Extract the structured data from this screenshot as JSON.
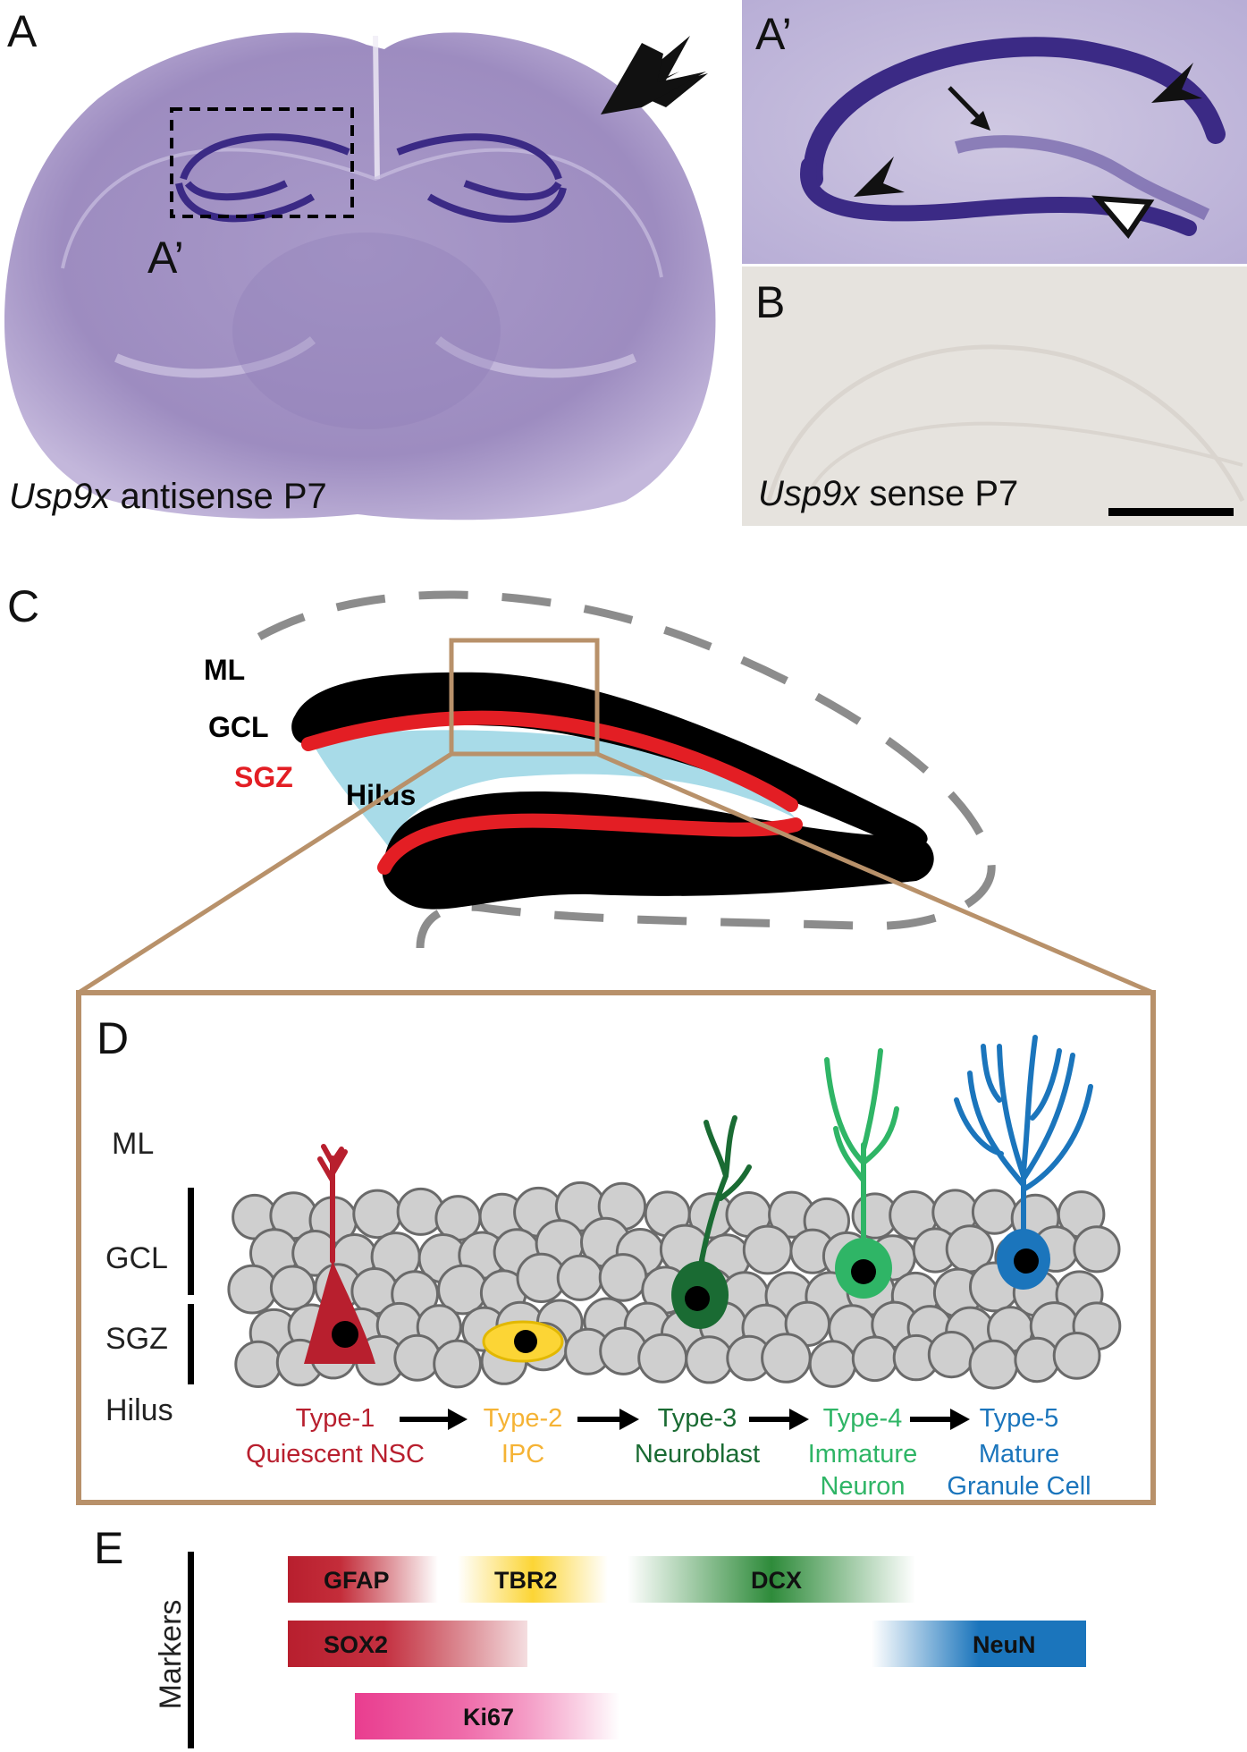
{
  "panels": {
    "A": {
      "label": "A",
      "inset_label": "A’",
      "caption_gene": "Usp9x",
      "caption_rest": " antisense P7"
    },
    "A_prime": {
      "label": "A’"
    },
    "B": {
      "label": "B",
      "caption_gene": "Usp9x",
      "caption_rest": " sense P7"
    },
    "C": {
      "label": "C",
      "layers": [
        {
          "key": "ml",
          "text": "ML",
          "color": "#000000"
        },
        {
          "key": "gcl",
          "text": "GCL",
          "color": "#000000"
        },
        {
          "key": "sgz",
          "text": "SGZ",
          "color": "#e31e24"
        },
        {
          "key": "hilus",
          "text": "Hilus",
          "color": "#000000"
        }
      ]
    },
    "D": {
      "label": "D",
      "layers": [
        "ML",
        "GCL",
        "SGZ",
        "Hilus"
      ],
      "stages": [
        {
          "type": "Type-1",
          "lines": [
            "Quiescent NSC"
          ],
          "color": "#b81f2e"
        },
        {
          "type": "Type-2",
          "lines": [
            "IPC"
          ],
          "color": "#f5b335"
        },
        {
          "type": "Type-3",
          "lines": [
            "Neuroblast"
          ],
          "color": "#1a6b33"
        },
        {
          "type": "Type-4",
          "lines": [
            "Immature",
            "Neuron"
          ],
          "color": "#2fb566"
        },
        {
          "type": "Type-5",
          "lines": [
            "Mature",
            "Granule Cell"
          ],
          "color": "#1b75bc"
        }
      ]
    },
    "E": {
      "label": "E",
      "axis_label": "Markers",
      "markers": [
        {
          "name": "GFAP",
          "color": "#b81f2e",
          "fade": "right"
        },
        {
          "name": "TBR2",
          "color": "#fcd535",
          "fade": "both"
        },
        {
          "name": "DCX",
          "color": "#2e8b3a",
          "fade": "both"
        },
        {
          "name": "SOX2",
          "color": "#b81f2e",
          "fade": "right"
        },
        {
          "name": "NeuN",
          "color": "#1b75bc",
          "fade": "left"
        },
        {
          "name": "Ki67",
          "color": "#e93d8f",
          "fade": "right"
        }
      ]
    }
  },
  "colors": {
    "stain": "#9c8cc0",
    "stain_dark": "#3b2a85",
    "frame": "#b8916a",
    "hilus": "#a8dbe8",
    "sgz": "#e31e24",
    "gcl": "#000000",
    "granule": "#cfcfcf"
  }
}
